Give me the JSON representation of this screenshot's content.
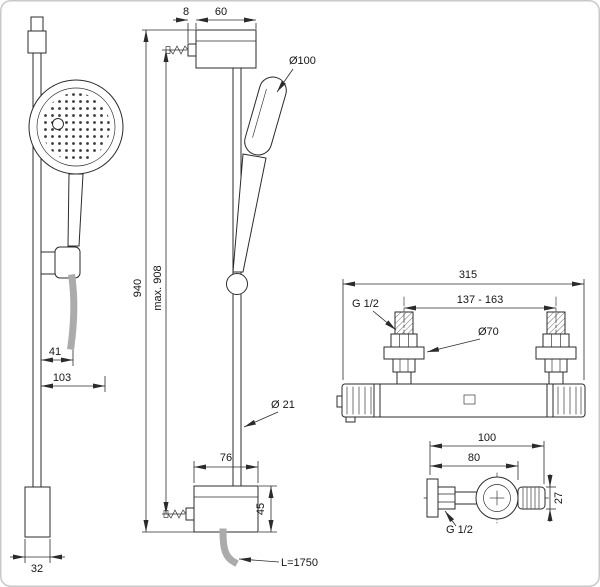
{
  "drawing": {
    "type": "technical dimensional drawing",
    "subject": "shower rail set with hand shower and thermostatic shower mixer"
  },
  "colors": {
    "line": "#2b2b2b",
    "hose": "#ababab",
    "frame": "#c9c9c9"
  },
  "labels": {
    "rail_side_view": {
      "dim_41": "41",
      "dim_103": "103",
      "dim_32": "32"
    },
    "rail_front_view": {
      "dim_8": "8",
      "dim_60": "60",
      "dim_940": "940",
      "dim_max_908": "max. 908",
      "dia_head": "Ø100",
      "dia_rail": "Ø 21",
      "dim_76": "76",
      "dim_45": "45",
      "hose_length": "L=1750"
    },
    "mixer_front_view": {
      "dim_315": "315",
      "dim_137_163": "137 - 163",
      "thread": "G 1/2",
      "dia_escutcheon": "Ø70"
    },
    "mixer_side_view": {
      "dim_100": "100",
      "dim_80": "80",
      "thread": "G 1/2",
      "dim_27": "27"
    }
  }
}
